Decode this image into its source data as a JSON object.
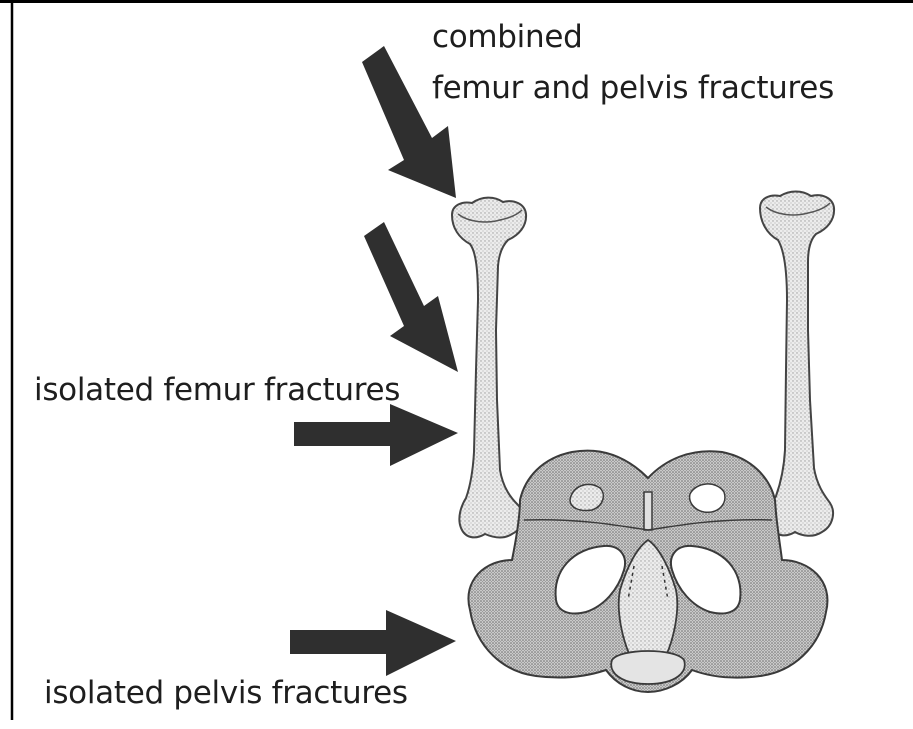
{
  "labels": {
    "combined_line1": "combined",
    "combined_line2": "femur and pelvis fractures",
    "femur": "isolated femur fractures",
    "pelvis": "isolated pelvis fractures"
  },
  "colors": {
    "arrow": "#2f2f2f",
    "bone_fill": "#e9e9e9",
    "bone_outline": "#444444",
    "frame": "#000000",
    "text": "#1e1e1e"
  }
}
